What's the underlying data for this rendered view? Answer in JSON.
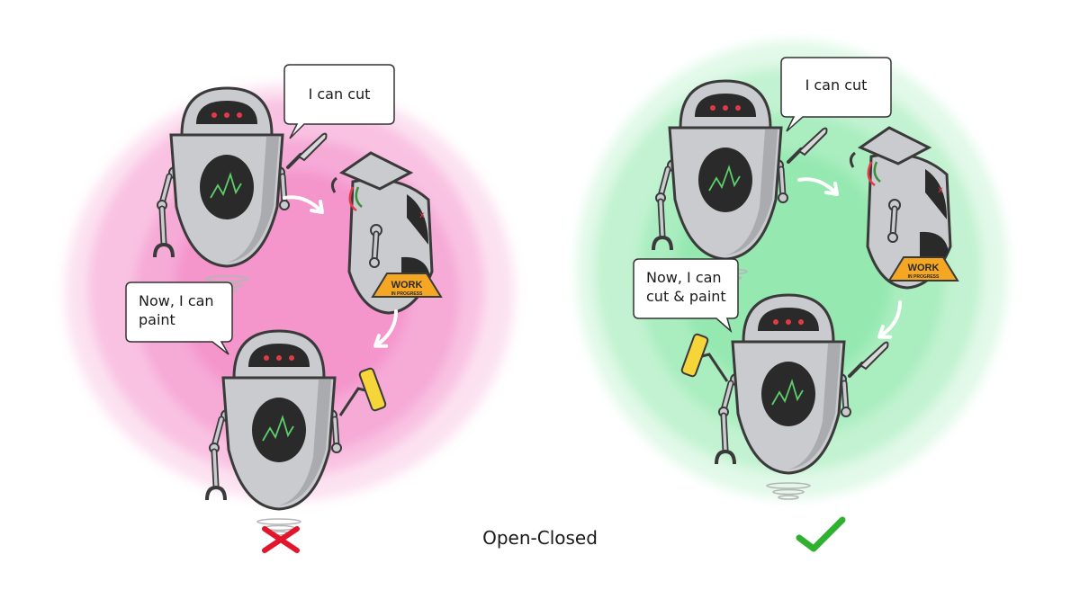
{
  "caption": "Open-Closed",
  "colors": {
    "bad_blob": "#f27cc0",
    "good_blob": "#7be39d",
    "cross": "#e3142b",
    "check": "#2fb02f",
    "robot_body": "#c9cbce",
    "robot_outline": "#3a3a3a"
  },
  "left_panel": {
    "bubble_top": "I can cut",
    "sign_line1": "WORK",
    "sign_line2": "IN PROGRESS",
    "bubble_bottom_line1": "Now, I can",
    "bubble_bottom_line2": "paint",
    "verdict_icon": "cross-icon"
  },
  "right_panel": {
    "bubble_top": "I can cut",
    "sign_line1": "WORK",
    "sign_line2": "IN PROGRESS",
    "bubble_bottom_line1": "Now, I can",
    "bubble_bottom_line2": "cut & paint",
    "verdict_icon": "check-icon"
  }
}
